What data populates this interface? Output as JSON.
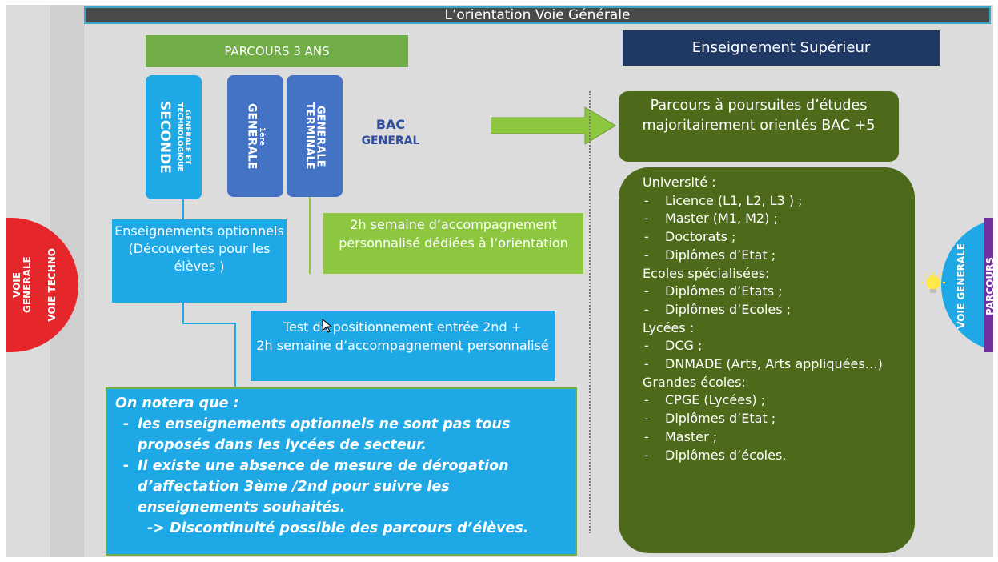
{
  "title": "L’orientation Voie Générale",
  "parcours_banner": "PARCOURS 3 ANS",
  "sup_banner": "Enseignement Supérieur",
  "seconde": {
    "main": "SECONDE",
    "sub": "GENERALE ET TECHNOLOGIQUE"
  },
  "premiere": {
    "sup": "1ère",
    "main": "GENERALE"
  },
  "terminale": {
    "main": "TERMINALE",
    "sub": "GENERALE"
  },
  "bac": {
    "line1": "BAC",
    "line2": "GENERAL"
  },
  "enseignements": "Enseignements optionnels (Découvertes pour les élèves )",
  "accompagnement": "2h semaine d’accompagnement personnalisé dédiées à l’orientation",
  "test": {
    "line1": "Test de positionnement entrée 2nd +",
    "line2": "2h semaine d’accompagnement personnalisé"
  },
  "note": {
    "heading": "On notera que :",
    "items": [
      "les enseignements optionnels ne sont pas tous proposés dans les lycées de secteur.",
      "Il existe une absence de mesure de dérogation d’affectation 3ème /2nd pour suivre les enseignements souhaités."
    ],
    "conclusion": "-> Discontinuité possible des parcours d’élèves."
  },
  "poursuite": "Parcours à poursuites d’études majoritairement orientés BAC +5",
  "liste": {
    "groups": [
      {
        "label": "Université :",
        "items": [
          "Licence (L1, L2, L3 ) ;",
          "Master (M1, M2) ;",
          "Doctorats ;",
          "Diplômes d’Etat ;"
        ]
      },
      {
        "label": "Ecoles spécialisées:",
        "items": [
          "Diplômes d’Etats ;",
          "Diplômes d’Ecoles ;"
        ]
      },
      {
        "label": "Lycées :",
        "items": [
          "DCG ;",
          "DNMADE (Arts, Arts appliquées…)"
        ]
      },
      {
        "label": "Grandes écoles:",
        "items": [
          "CPGE (Lycées) ;",
          "Diplômes d’Etat ;",
          "Master ;",
          "Diplômes d’écoles."
        ]
      }
    ]
  },
  "left_tabs": {
    "voie_generale": "VOIE GENERALE",
    "voie_techno": "VOIE TECHNO"
  },
  "right_tabs": {
    "voie_generale": "VOIE GENERALE",
    "parcours": "PARCOURS"
  },
  "colors": {
    "green": "#70ad47",
    "dark_green": "#4d6a1a",
    "cyan": "#1ea8e6",
    "navy": "#1f3864",
    "blue": "#4472c4"
  },
  "icons": [
    "lightbulb-icon",
    "arrow-right-icon",
    "mouse-cursor-icon"
  ]
}
